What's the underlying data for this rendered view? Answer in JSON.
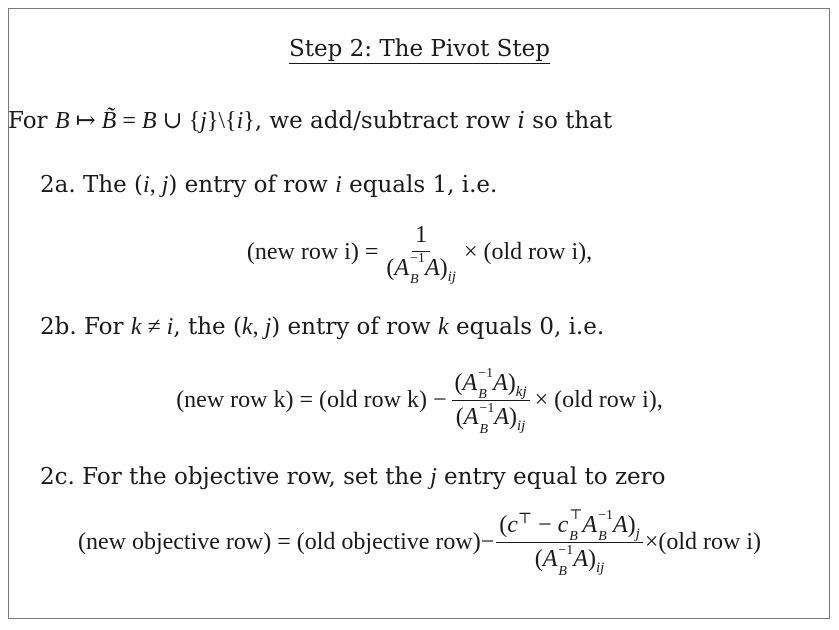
{
  "title": "Step 2: The Pivot Step",
  "intro": {
    "prefix": "For ",
    "suffix": ", we add/subtract row ",
    "row_var": "i",
    "tail": " so that"
  },
  "step_2a": {
    "label": "2a.",
    "text_a": "The (",
    "text_b": ") entry of row ",
    "text_c": " equals 1, i.e."
  },
  "eq_2a": {
    "lhs": "(new row i) =",
    "num": "1",
    "rhs": "× (old row i),"
  },
  "step_2b": {
    "label": "2b.",
    "text_a": "For ",
    "text_b": ", the (",
    "text_c": ") entry of row ",
    "text_d": " equals 0, i.e."
  },
  "eq_2b": {
    "lhs": "(new row k) = (old row k) −",
    "rhs": "× (old row i),"
  },
  "step_2c": {
    "label": "2c.",
    "text_a": "For the objective row, set the ",
    "var": "j",
    "text_b": " entry equal to zero"
  },
  "eq_2c": {
    "lhs": "(new objective row) = (old objective row)−",
    "rhs": "×(old row i)"
  }
}
